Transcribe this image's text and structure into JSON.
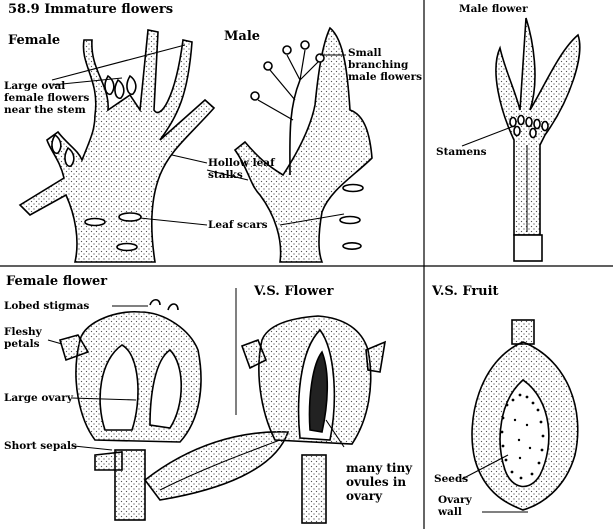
{
  "figure_title": "58.9   Immature flowers",
  "panels": {
    "immature": {
      "female_heading": "Female",
      "male_heading": "Male",
      "labels": {
        "large_oval": [
          "Large oval",
          "female flowers",
          "near the stem"
        ],
        "small_branching": [
          "Small",
          "branching",
          "male flowers"
        ],
        "hollow_leaf": [
          "Hollow leaf",
          "stalks"
        ],
        "leaf_scars": "Leaf scars"
      }
    },
    "male_flower": {
      "heading": "Male flower",
      "stamens": "Stamens"
    },
    "female_flower": {
      "heading": "Female flower",
      "lobed_stigmas": "Lobed stigmas",
      "fleshy_petals": [
        "Fleshy",
        "petals"
      ],
      "large_ovary": "Large ovary",
      "short_sepals": "Short sepals"
    },
    "vs_flower": {
      "heading": "V.S. Flower",
      "ovules": [
        "many tiny",
        "ovules in",
        "ovary"
      ]
    },
    "vs_fruit": {
      "heading": "V.S. Fruit",
      "seeds": "Seeds",
      "ovary_wall": [
        "Ovary",
        "wall"
      ]
    }
  },
  "colors": {
    "ink": "#000000",
    "paper": "#ffffff",
    "stipple": "#555555"
  }
}
